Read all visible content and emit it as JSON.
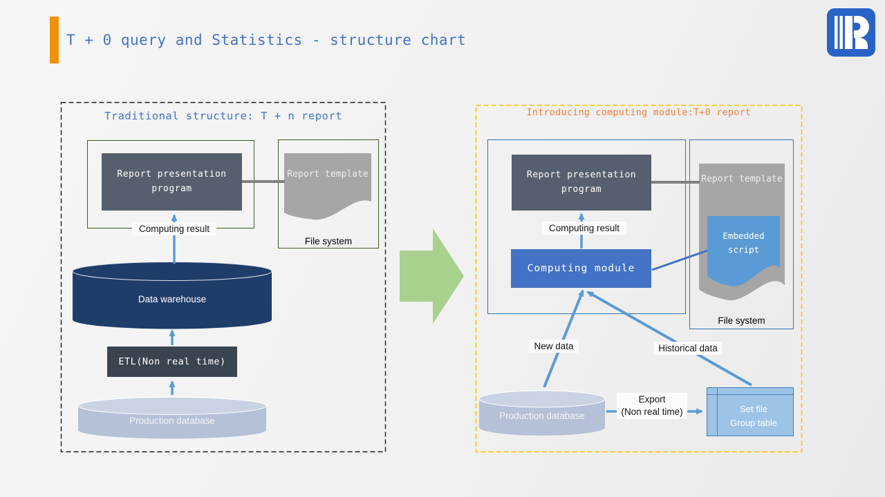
{
  "header": {
    "title": "T + 0 query and Statistics - structure chart",
    "logo_icon": "raqsoft-logo"
  },
  "left_panel": {
    "title": "Traditional structure: T + n report",
    "report_program": "Report presentation program",
    "report_template": "Report template",
    "file_system": "File system",
    "computing_result": "Computing result",
    "data_warehouse": "Data warehouse",
    "etl": "ETL(Non real time)",
    "production_database": "Production database"
  },
  "right_panel": {
    "title": "Introducing computing module:T+0 report",
    "report_program": "Report presentation program",
    "report_template": "Report template",
    "embedded_script": "Embedded script",
    "file_system": "File system",
    "computing_result": "Computing result",
    "computing_module": "Computing module",
    "new_data": "New data",
    "historical_data": "Historical data",
    "production_database": "Production database",
    "export_line1": "Export",
    "export_line2": "(Non real time)",
    "set_file_line1": "Set file",
    "set_file_line2": "Group table"
  },
  "colors": {
    "accent_orange": "#F0920E",
    "title_blue": "#4472C4",
    "left_dash": "#1a1a1a",
    "right_dash": "#FFC000",
    "right_title_orange": "#ED7D31",
    "green_border": "#3F5C28",
    "blue_border": "#2E74B5",
    "slate_box": "#565F6D",
    "etl_box": "#3A4450",
    "warehouse_navy": "#1F3D69",
    "database_gray_blue": "#B4C1D6",
    "document_gray": "#A6A6A6",
    "arrow_blue": "#5B9BD5",
    "module_blue": "#4472C4",
    "block_arrow_green": "#A9D18E",
    "set_file_fill": "#9DC3E6",
    "logo_blue": "#2A63C8"
  }
}
